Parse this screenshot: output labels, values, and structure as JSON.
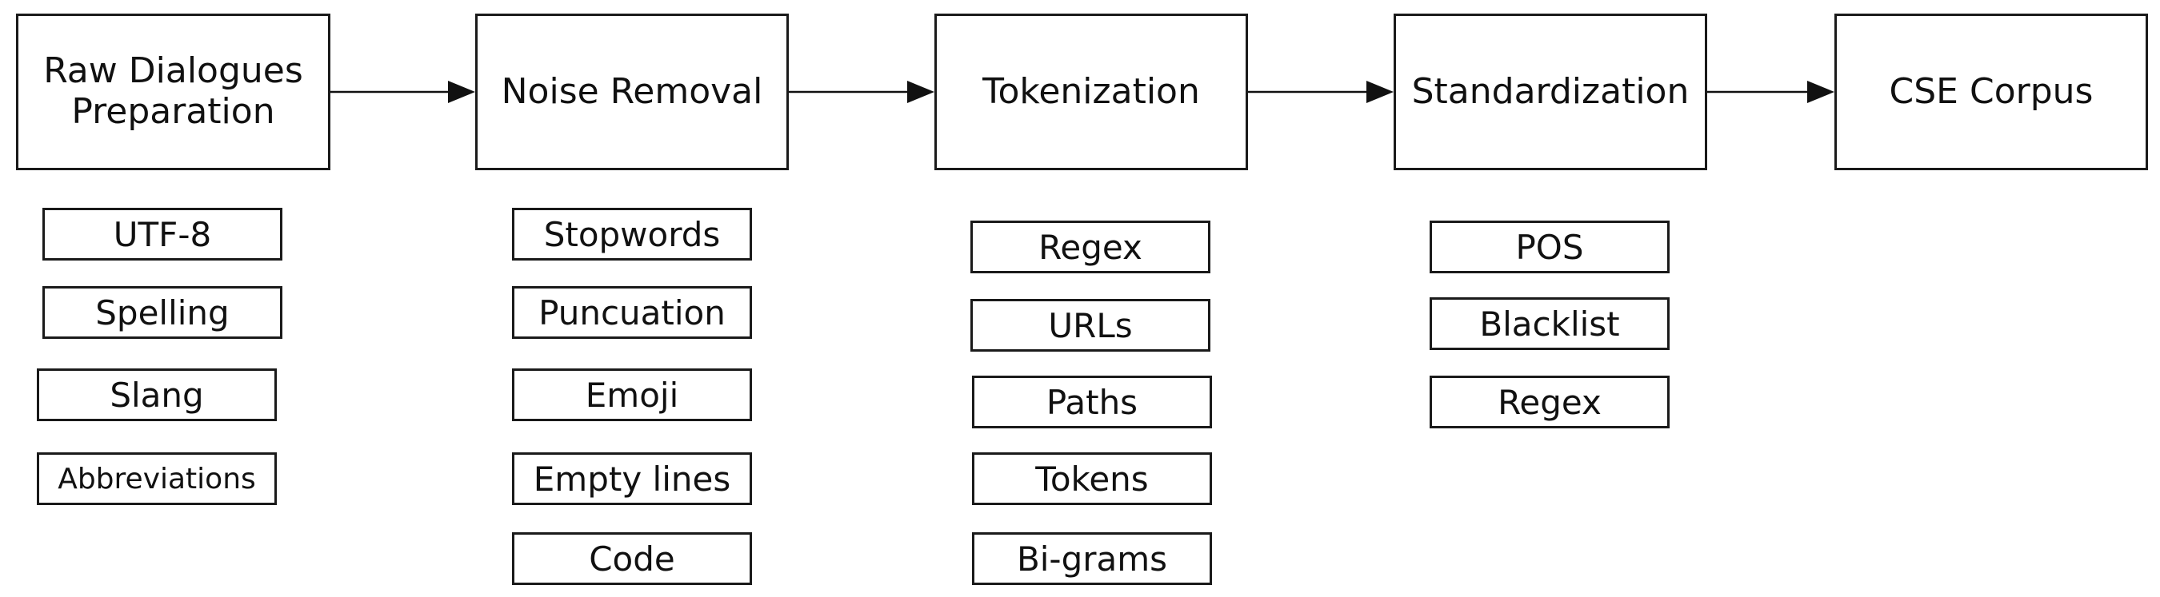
{
  "stages": [
    {
      "label": "Raw Dialogues Preparation",
      "steps": [
        "UTF-8",
        "Spelling",
        "Slang",
        "Abbreviations"
      ]
    },
    {
      "label": "Noise Removal",
      "steps": [
        "Stopwords",
        "Puncuation",
        "Emoji",
        "Empty lines",
        "Code"
      ]
    },
    {
      "label": "Tokenization",
      "steps": [
        "Regex",
        "URLs",
        "Paths",
        "Tokens",
        "Bi-grams"
      ]
    },
    {
      "label": "Standardization",
      "steps": [
        "POS",
        "Blacklist",
        "Regex"
      ]
    },
    {
      "label": "CSE Corpus",
      "steps": []
    }
  ]
}
